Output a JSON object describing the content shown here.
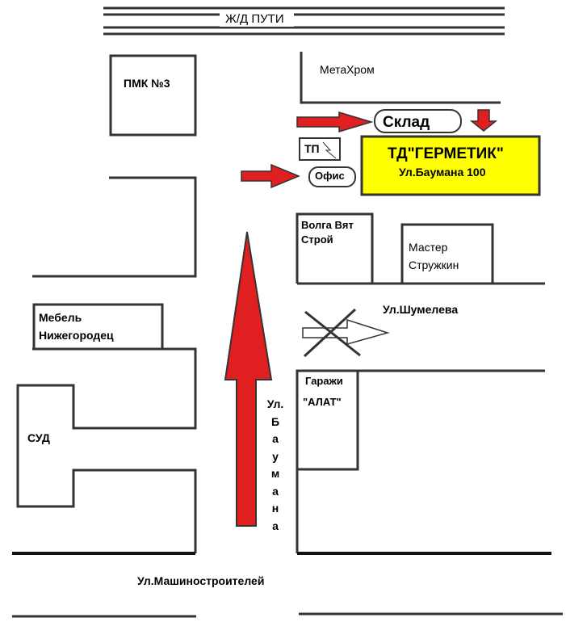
{
  "labels": {
    "railway": "Ж/Д ПУТИ",
    "pmk": "ПМК №3",
    "metachrom": "МетаХром",
    "sklad": "Склад",
    "tp": "ТП",
    "ofis": "Офис",
    "company_name": "ТД\"ГЕРМЕТИК\"",
    "company_address": "Ул.Баумана 100",
    "volga_line1": "Волга Вят",
    "volga_line2": "Строй",
    "master_line1": "Мастер",
    "master_line2": "Стружкин",
    "mebel_line1": "Мебель",
    "mebel_line2": "Нижегородец",
    "shumeleva": "Ул.Шумелева",
    "garazhi_line1": "Гаражи",
    "garazhi_line2": "\"АЛАТ\"",
    "sud": "СУД",
    "baumana_vertical": [
      "Ул.",
      "Б",
      "а",
      "у",
      "м",
      "а",
      "н",
      "а"
    ],
    "mashinostroitelei": "Ул.Машиностроителей"
  },
  "colors": {
    "line": "#333333",
    "arrow_red": "#e02020",
    "highlight": "#ffff00"
  },
  "icons": {
    "tp": "lightning-icon",
    "no_entry": "crossed-arrow-icon"
  }
}
